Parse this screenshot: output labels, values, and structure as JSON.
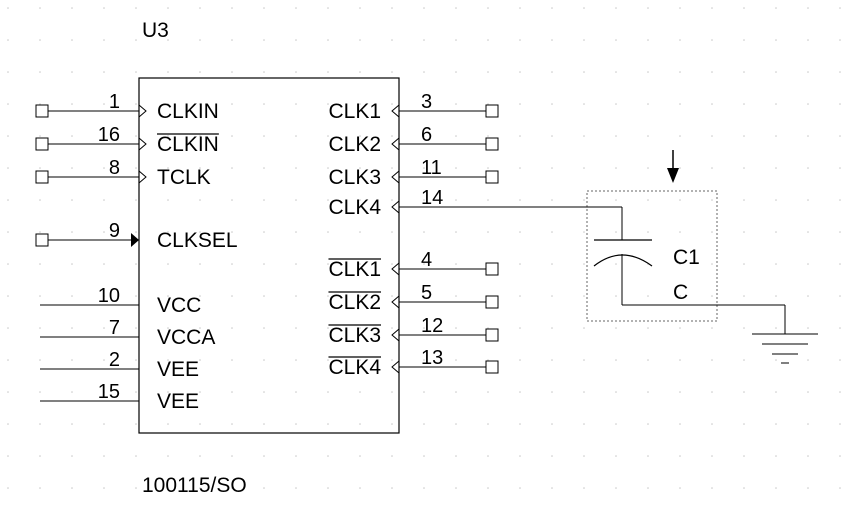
{
  "component": {
    "refdes": "U3",
    "part_name": "100115/SO",
    "left_pins": [
      {
        "number": "1",
        "name": "CLKIN",
        "overbar": false,
        "kind": "clock",
        "port": true
      },
      {
        "number": "16",
        "name": "CLKIN",
        "overbar": true,
        "kind": "clock",
        "port": true
      },
      {
        "number": "8",
        "name": "TCLK",
        "overbar": false,
        "kind": "clock",
        "port": true
      },
      {
        "number": "9",
        "name": "CLKSEL",
        "overbar": false,
        "kind": "input",
        "port": true
      },
      {
        "number": "10",
        "name": "VCC",
        "overbar": false,
        "kind": "power",
        "port": false
      },
      {
        "number": "7",
        "name": "VCCA",
        "overbar": false,
        "kind": "power",
        "port": false
      },
      {
        "number": "2",
        "name": "VEE",
        "overbar": false,
        "kind": "power",
        "port": false
      },
      {
        "number": "15",
        "name": "VEE",
        "overbar": false,
        "kind": "power",
        "port": false
      }
    ],
    "right_pins": [
      {
        "number": "3",
        "name": "CLK1",
        "overbar": false,
        "kind": "clock",
        "port": true
      },
      {
        "number": "6",
        "name": "CLK2",
        "overbar": false,
        "kind": "clock",
        "port": true
      },
      {
        "number": "11",
        "name": "CLK3",
        "overbar": false,
        "kind": "clock",
        "port": true
      },
      {
        "number": "14",
        "name": "CLK4",
        "overbar": false,
        "kind": "clock",
        "port": false
      },
      {
        "number": "4",
        "name": "CLK1",
        "overbar": true,
        "kind": "clock",
        "port": true
      },
      {
        "number": "5",
        "name": "CLK2",
        "overbar": true,
        "kind": "clock",
        "port": true
      },
      {
        "number": "12",
        "name": "CLK3",
        "overbar": true,
        "kind": "clock",
        "port": true
      },
      {
        "number": "13",
        "name": "CLK4",
        "overbar": true,
        "kind": "clock",
        "port": true
      }
    ]
  },
  "capacitor": {
    "refdes": "C1",
    "value": "C"
  },
  "colors": {
    "ink": "#000000",
    "wire": "#000000",
    "grid_dot": "#c8c8c8",
    "background": "#ffffff",
    "selection_box": "#666666"
  },
  "grid": true,
  "icons": {
    "port": "port-box-icon",
    "clock": "clock-triangle-icon",
    "input": "input-arrow-icon",
    "ground": "ground-icon",
    "marker": "down-arrow-icon"
  }
}
